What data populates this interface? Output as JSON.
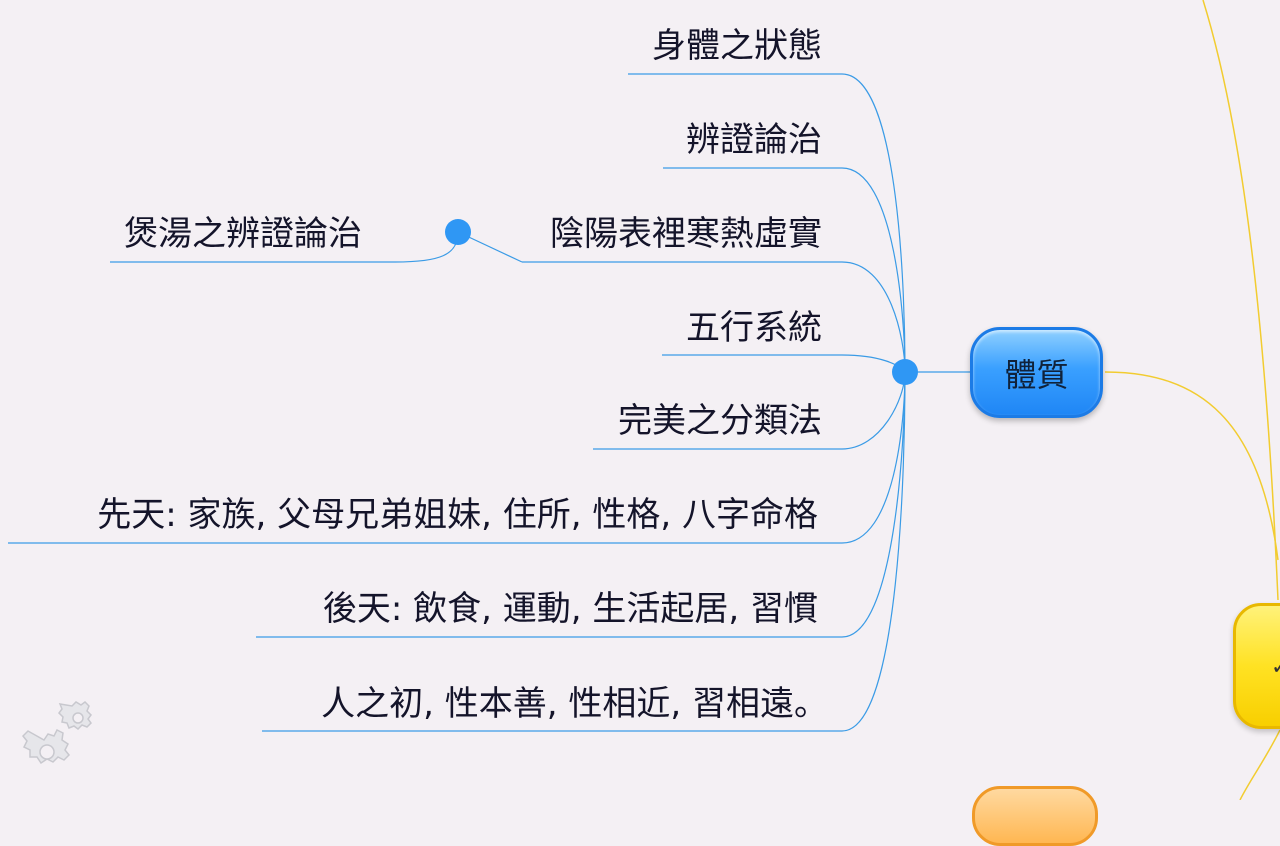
{
  "mindmap": {
    "central_topic": "體質",
    "branches": [
      {
        "label": "身體之狀態"
      },
      {
        "label": "辨證論治"
      },
      {
        "label": "陰陽表裡寒熱虛實",
        "child": "煲湯之辨證論治"
      },
      {
        "label": "五行系統"
      },
      {
        "label": "完美之分類法"
      },
      {
        "label": "先天: 家族, 父母兄弟姐妹, 住所, 性格, 八字命格"
      },
      {
        "label": "後天: 飲食, 運動, 生活起居, 習慣"
      },
      {
        "label": "人之初, 性本善, 性相近, 習相遠。"
      }
    ]
  },
  "colors": {
    "background": "#f4f0f4",
    "branch_line": "#3a9be6",
    "topic_blue": "#2f97f4",
    "connector_yellow": "#f2cc30",
    "text": "#14142a"
  },
  "icons": {
    "settings": "gears-icon",
    "hub": "collapse-dot-icon"
  }
}
